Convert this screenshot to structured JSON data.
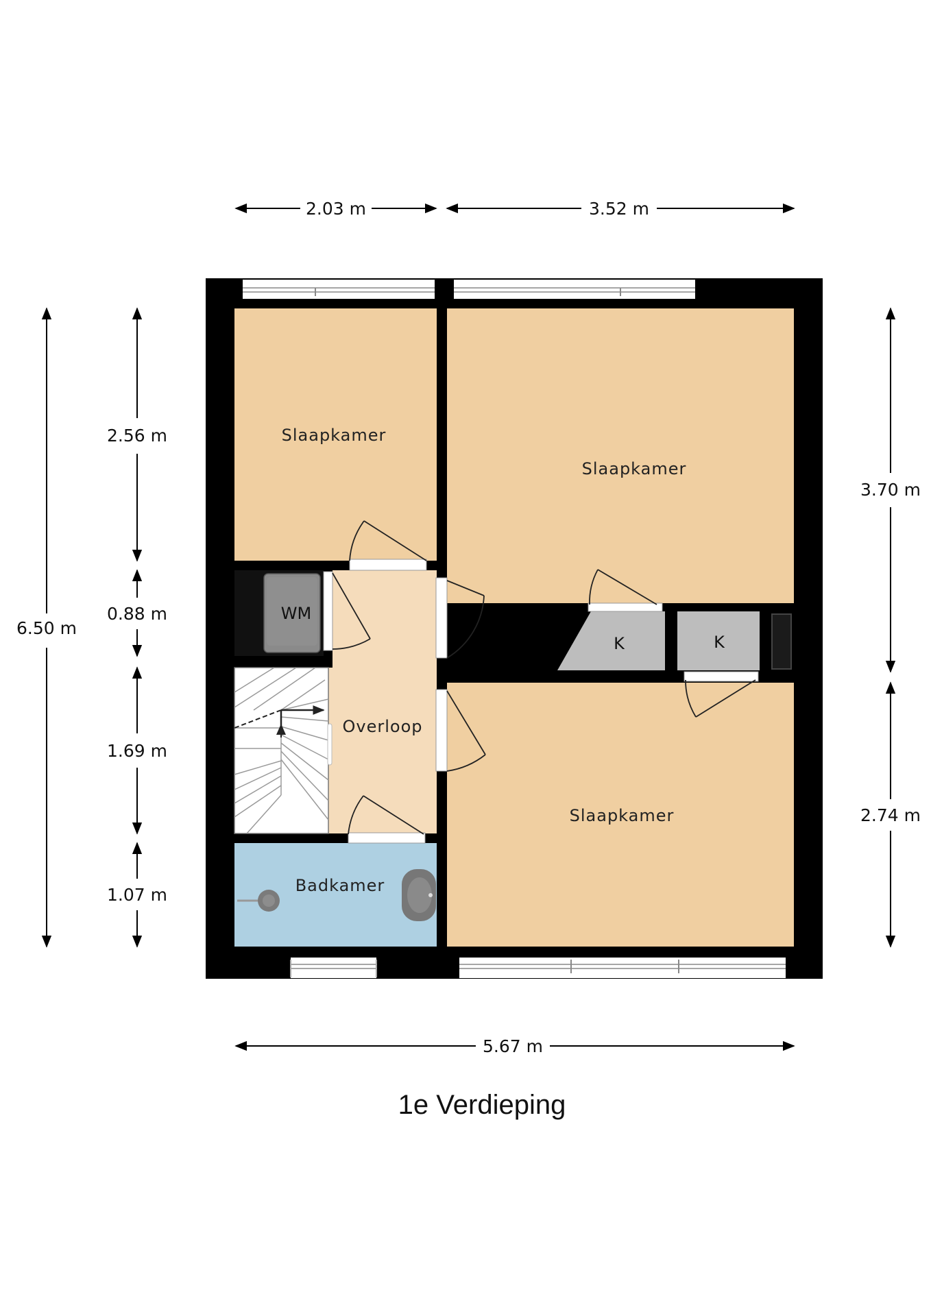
{
  "floor_title": "1e Verdieping",
  "rooms": {
    "bedroom_top_left": "Slaapkamer",
    "bedroom_top_right": "Slaapkamer",
    "bedroom_bottom_right": "Slaapkamer",
    "landing": "Overloop",
    "bathroom": "Badkamer",
    "washer": "WM",
    "closet_left": "K",
    "closet_right": "K"
  },
  "dimensions": {
    "top_left": "2.03 m",
    "top_right": "3.52 m",
    "bottom_total": "5.67 m",
    "left_total": "6.50 m",
    "left_1": "2.56 m",
    "left_2": "0.88 m",
    "left_3": "1.69 m",
    "left_4": "1.07 m",
    "right_1": "3.70 m",
    "right_2": "2.74 m"
  },
  "colors": {
    "wall": "#000000",
    "bedroom_floor": "#f0cfa1",
    "landing_floor": "#f5dcbb",
    "bathroom_floor": "#aed0e2",
    "closet_fill": "#bdbdbd",
    "washer_fill": "#8a8a8a"
  }
}
